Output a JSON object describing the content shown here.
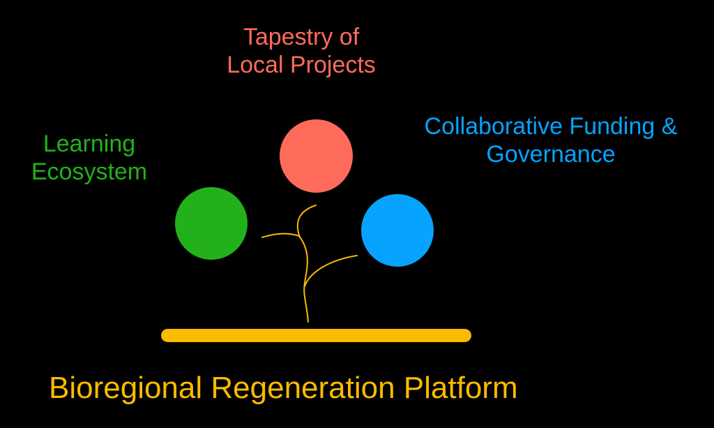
{
  "diagram": {
    "projects": {
      "line1": "Tapestry of",
      "line2": "Local Projects",
      "color": "#FF6B5B"
    },
    "learning": {
      "line1": "Learning",
      "line2": "Ecosystem",
      "color": "#22B11A"
    },
    "funding": {
      "line1": "Collaborative Funding &",
      "line2": "Governance",
      "color": "#06A3FF"
    },
    "platform": {
      "title": "Bioregional Regeneration Platform",
      "color": "#FABB00"
    },
    "connector_color": "#FABB00",
    "background": "#000000"
  }
}
